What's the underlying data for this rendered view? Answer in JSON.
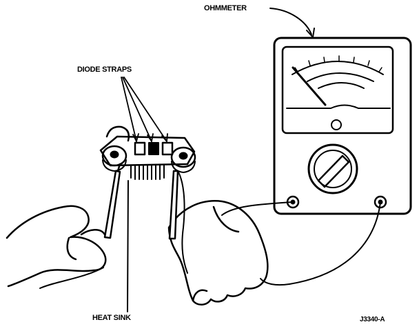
{
  "labels": {
    "ohmmeter": "OHMMETER",
    "diode_straps": "DIODE STRAPS",
    "heat_sink": "HEAT SINK",
    "figure_id": "J3340-A"
  },
  "colors": {
    "ink": "#000000",
    "paper": "#ffffff"
  }
}
